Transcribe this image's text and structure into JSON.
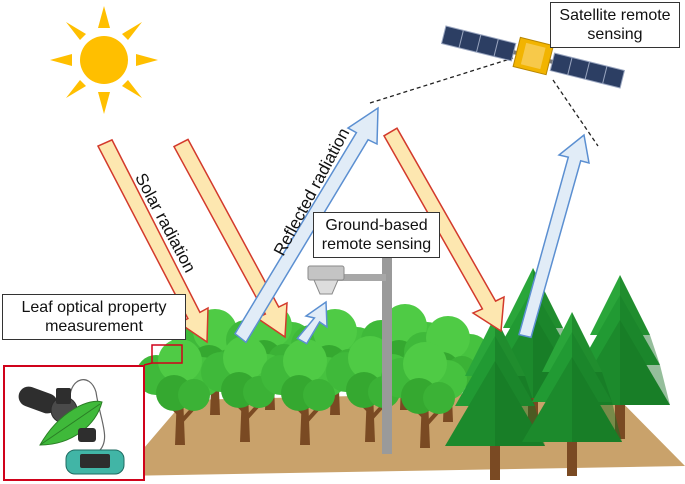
{
  "labels": {
    "satellite": "Satellite remote sensing",
    "solar": "Solar radiation",
    "reflected": "Reflected radiation",
    "ground": "Ground-based remote sensing",
    "leaf": "Leaf optical property measurement"
  },
  "colors": {
    "sun": "#ffbf00",
    "solar_arrow_fill": "#fde7b0",
    "solar_arrow_stroke": "#d33a2c",
    "reflected_arrow_fill": "#e1ecf7",
    "reflected_arrow_stroke": "#5b8fd1",
    "ground": "#c9a26b",
    "broadleaf": "#3fb93a",
    "conifer": "#1c8a2c",
    "trunk": "#7a4a23",
    "inset_border": "#d0021b"
  },
  "icons": [
    "sun-icon",
    "satellite-icon",
    "ground-sensor-icon",
    "leaf-meter-icon"
  ]
}
